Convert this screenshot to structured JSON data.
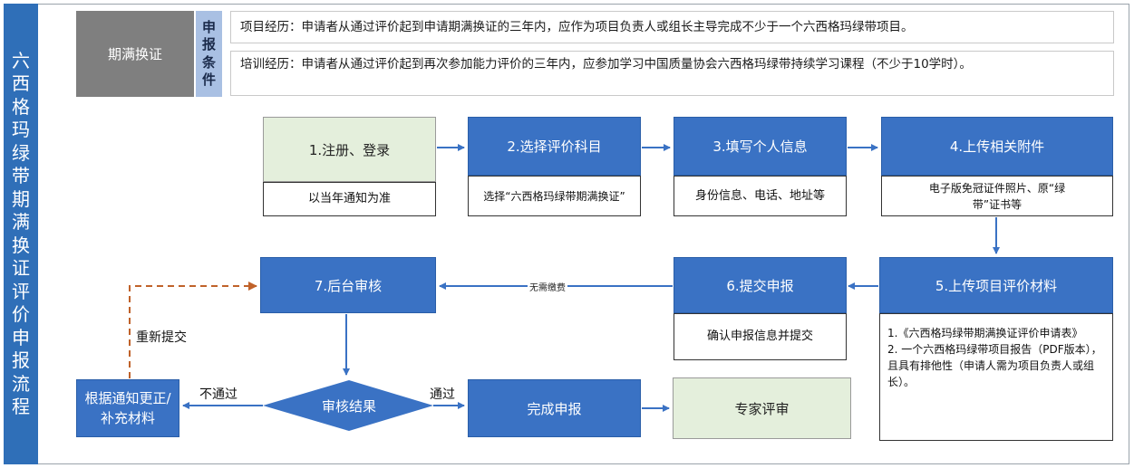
{
  "title": "六西格玛绿带期满换证评价申报流程",
  "conditions": {
    "label": "期满换证",
    "tag": "申报条件",
    "line1": "项目经历：申请者从通过评价起到申请期满换证的三年内，应作为项目负责人或组长主导完成不少于一个六西格玛绿带项目。",
    "line2": "培训经历：申请者从通过评价起到再次参加能力评价的三年内，应参加学习中国质量协会六西格玛绿带持续学习课程（不少于10学时）。"
  },
  "steps": {
    "s1": {
      "title": "1.注册、登录",
      "desc": "以当年通知为准"
    },
    "s2": {
      "title": "2.选择评价科目",
      "desc": "选择“六西格玛绿带期满换证”"
    },
    "s3": {
      "title": "3.填写个人信息",
      "desc": "身份信息、电话、地址等"
    },
    "s4": {
      "title": "4.上传相关附件",
      "desc": "电子版免冠证件照片、原“绿带”证书等"
    },
    "s5": {
      "title": "5.上传项目评价材料",
      "desc1": "1.《六西格玛绿带期满换证评价申请表》",
      "desc2": "2. 一个六西格玛绿带项目报告（PDF版本），且具有排他性（申请人需为项目负责人或组长）。"
    },
    "s6": {
      "title": "6.提交申报",
      "desc": "确认申报信息并提交"
    },
    "s7": {
      "title": "7.后台审核"
    },
    "decision": "审核结果",
    "complete": "完成申报",
    "expert": "专家评审",
    "fix": "根据通知更正/补充材料"
  },
  "edge_labels": {
    "no_fee": "无需缴费",
    "pass": "通过",
    "fail": "不通过",
    "resubmit": "重新提交"
  },
  "colors": {
    "blue": "#3a72c4",
    "green": "#e4efdc",
    "gray": "#7f7f7f",
    "tag": "#a9c0e3",
    "dashed": "#c0622a"
  }
}
